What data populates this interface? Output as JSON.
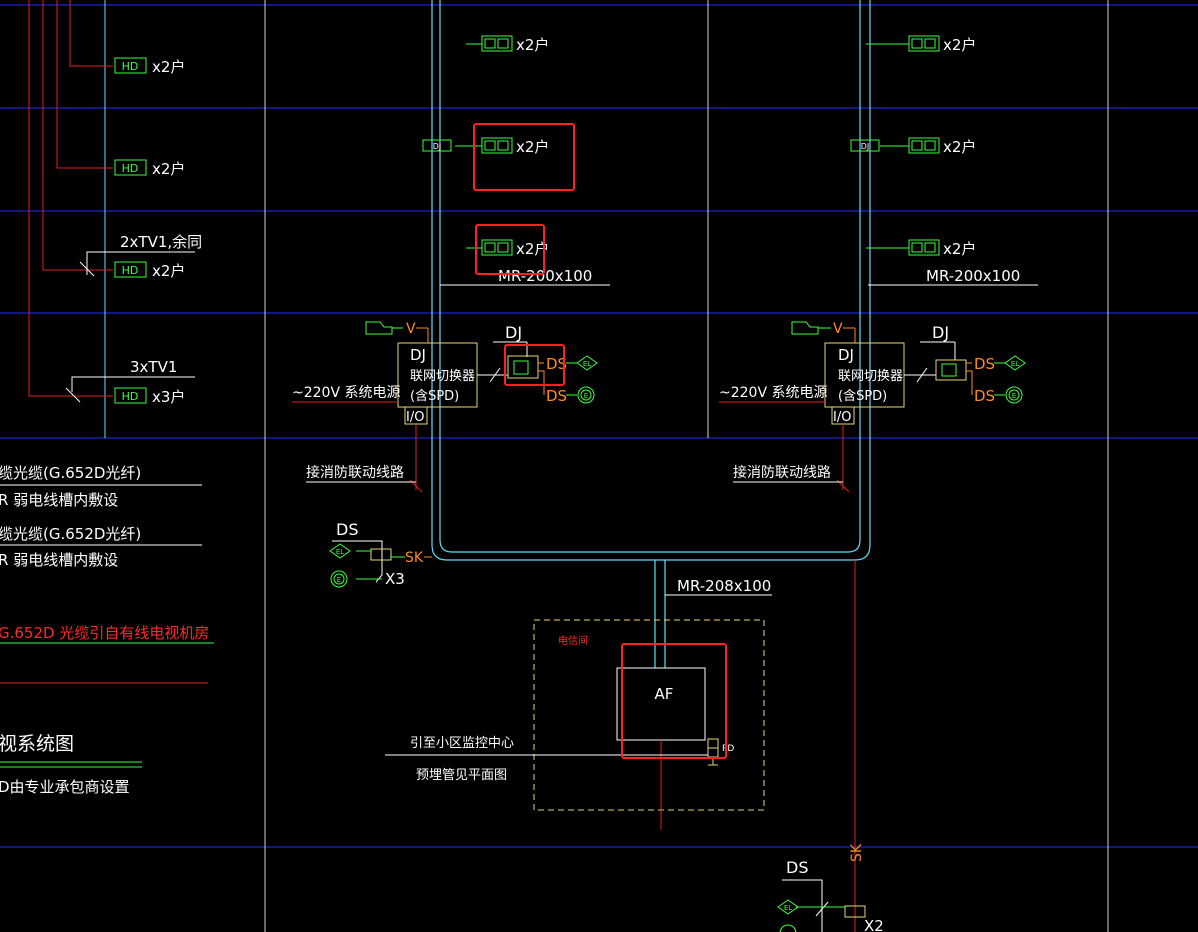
{
  "colors": {
    "background": "#000000",
    "floor_line": "#1f2fff",
    "cyan": "#5fdcff",
    "red_line": "#e02020",
    "green": "#39ff3c",
    "yellow": "#e8d870",
    "orange": "#ff8c1a",
    "white_text": "#ffffff",
    "highlight": "#ff2020"
  },
  "left_panel": {
    "hd_boxes": [
      {
        "tag": "HD",
        "count": "x2户"
      },
      {
        "tag": "HD",
        "count": "x2户"
      },
      {
        "tag": "HD",
        "count": "x2户"
      },
      {
        "tag": "HD",
        "count": "x3户"
      }
    ],
    "annotations": [
      "2xTV1,余同",
      "3xTV1"
    ],
    "notes": [
      "缆光缆(G.652D光纤)",
      "R 弱电线槽内敷设",
      "缆光缆(G.652D光纤)",
      "R 弱电线槽内敷设"
    ],
    "red_note": "G.652D 光缆引自有线电视机房",
    "title": "视系统图",
    "title_note": "D由专业承包商设置"
  },
  "center_riser": {
    "outlets": [
      "x2户",
      "x2户",
      "x2户"
    ],
    "dj_small": "DJ",
    "tray": "MR-200x100",
    "v_label": "V",
    "dj_label": "DJ",
    "switch_line1": "DJ",
    "switch_line2": "联网切换器",
    "switch_line3": "(含SPD)",
    "io": "I/O",
    "power": "~220V 系统电源",
    "ds1": "DS",
    "ds2": "DS",
    "el_tag": "EL",
    "e_tag": "E",
    "fire": "接消防联动线路"
  },
  "right_riser": {
    "outlets": [
      "x2户",
      "x2户",
      "x2户"
    ],
    "dj_small": "DJ",
    "tray": "MR-200x100",
    "v_label": "V",
    "dj_label": "DJ",
    "switch_line1": "DJ",
    "switch_line2": "联网切换器",
    "switch_line3": "(含SPD)",
    "io": "I/O",
    "power": "~220V 系统电源",
    "ds1": "DS",
    "ds2": "DS",
    "el_tag": "EL",
    "e_tag": "E",
    "fire": "接消防联动线路"
  },
  "bottom": {
    "ds_label": "DS",
    "sk_label": "SK",
    "x3_label": "X3",
    "el_tag": "EL",
    "e_tag": "E",
    "main_tray": "MR-208x100",
    "room_label": "电信间",
    "af_label": "AF",
    "pd_label": "PD",
    "monitor_line1": "引至小区监控中心",
    "monitor_line2": "预埋管见平面图",
    "ds_label_2": "DS",
    "x2_label": "X2",
    "sk_vertical": "SK",
    "el_tag_2": "EL"
  }
}
